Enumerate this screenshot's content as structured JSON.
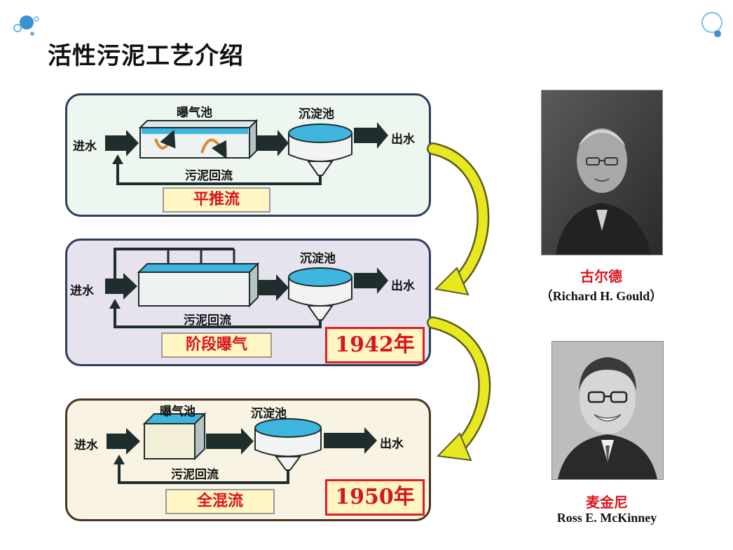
{
  "title": "活性污泥工艺介绍",
  "panels": [
    {
      "tank_label": "曝气池",
      "clarifier_label": "沉淀池",
      "influent": "进水",
      "effluent": "出水",
      "return_label": "污泥回流",
      "mode": "平推流",
      "year": ""
    },
    {
      "tank_label": "",
      "clarifier_label": "沉淀池",
      "influent": "进水",
      "effluent": "出水",
      "return_label": "污泥回流",
      "mode": "阶段曝气",
      "year": "1942年"
    },
    {
      "tank_label": "曝气池",
      "clarifier_label": "沉淀池",
      "influent": "进水",
      "effluent": "出水",
      "return_label": "污泥回流",
      "mode": "全混流",
      "year": "1950年"
    }
  ],
  "people": [
    {
      "name_cn": "古尔德",
      "name_en": "（Richard H. Gould）"
    },
    {
      "name_cn": "麦金尼",
      "name_en": "Ross E. McKinney"
    }
  ],
  "colors": {
    "arrow": "#1f2d2d",
    "water": "#3fb6e0",
    "connector": "#e8e820",
    "accent_red": "#d8141c"
  }
}
